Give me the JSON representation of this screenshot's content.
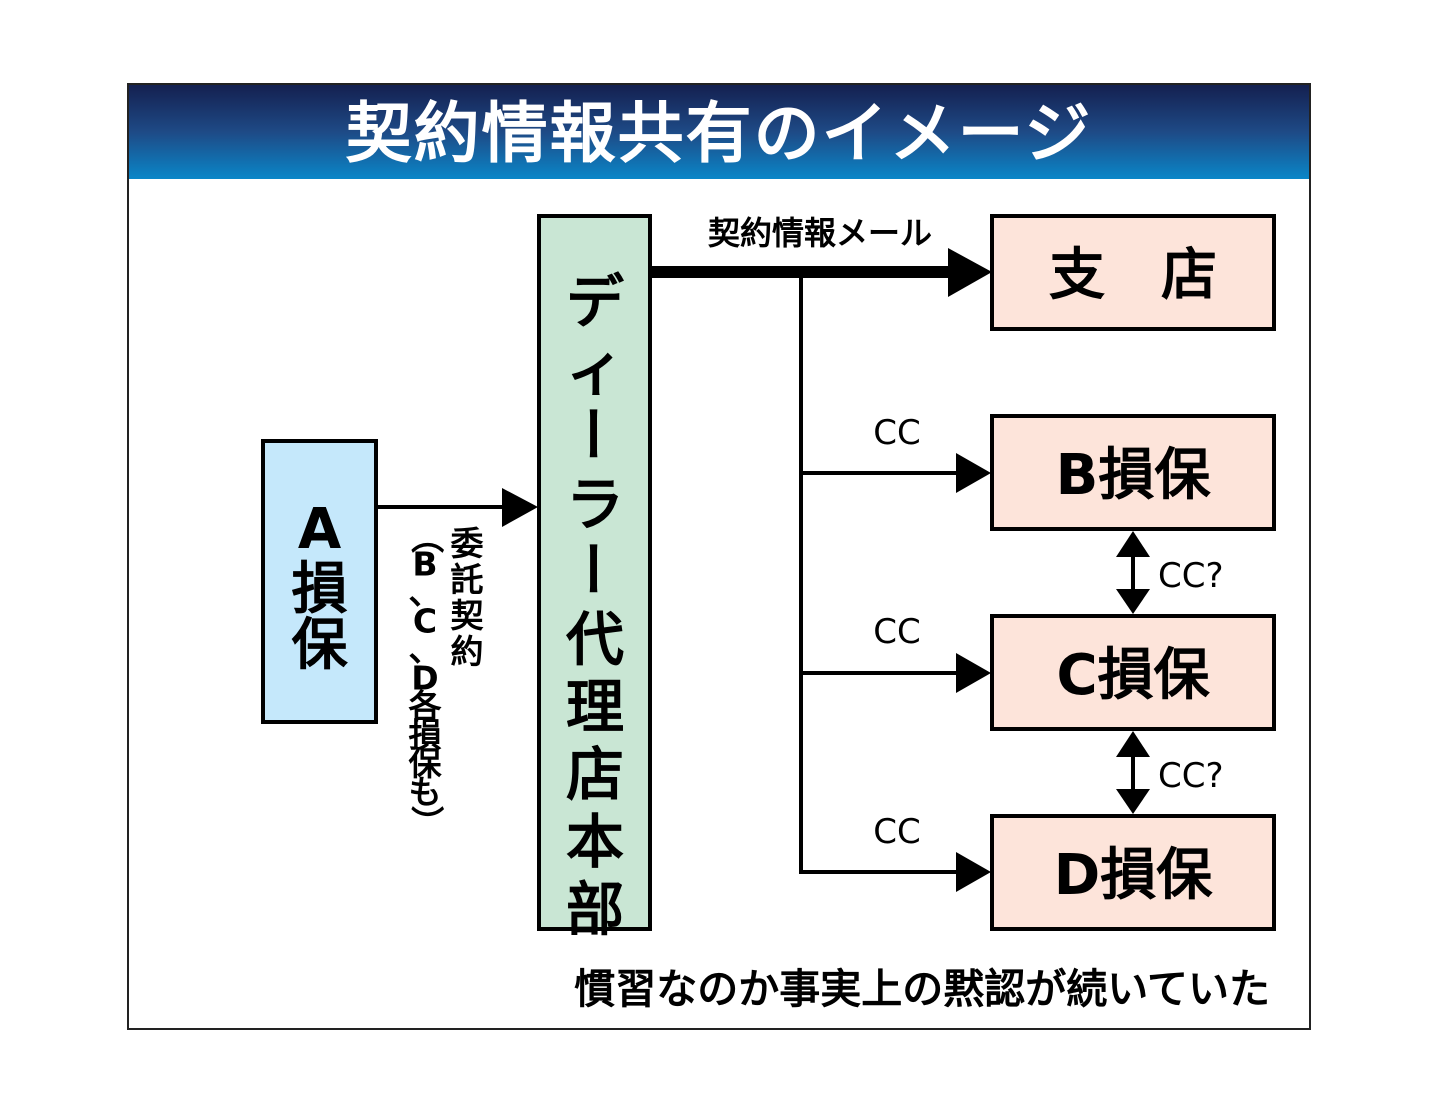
{
  "title": "契約情報共有のイメージ",
  "colors": {
    "title_gradient_top": "#142050",
    "title_gradient_mid": "#1e4a86",
    "title_gradient_bottom": "#0a86c8",
    "a_sonpo_fill": "#c5e8fb",
    "dealer_fill": "#c9e6d4",
    "company_fill": "#fde4da",
    "stroke": "#000000"
  },
  "nodes": {
    "a_sonpo": {
      "label_line1": "A",
      "label_line2": "損",
      "label_line3": "保"
    },
    "dealer_hq": {
      "label_chars": [
        "デ",
        "ィ",
        "ー",
        "ラ",
        "ー",
        "代",
        "理",
        "店",
        "本",
        "部"
      ],
      "label": "ディーラー代理店本部"
    },
    "branch": {
      "label": "支　店"
    },
    "b_sonpo": {
      "label": "B損保"
    },
    "c_sonpo": {
      "label": "C損保"
    },
    "d_sonpo": {
      "label": "D損保"
    }
  },
  "edges": {
    "a_to_dealer": {
      "label_col1_chars": [
        "委",
        "託",
        "契",
        "約"
      ],
      "label_col2_chars": [
        "（",
        "B",
        "、",
        "C",
        "、",
        "D",
        "各",
        "損",
        "保",
        "も",
        "）"
      ],
      "label": "委託契約（B、C、D各損保も）"
    },
    "dealer_to_branch": {
      "label": "契約情報メール"
    },
    "dealer_to_b": {
      "label": "CC"
    },
    "dealer_to_c": {
      "label": "CC"
    },
    "dealer_to_d": {
      "label": "CC"
    },
    "b_c_mutual": {
      "label": "CC?"
    },
    "c_d_mutual": {
      "label": "CC?"
    }
  },
  "caption": "慣習なのか事実上の黙認が続いていた"
}
